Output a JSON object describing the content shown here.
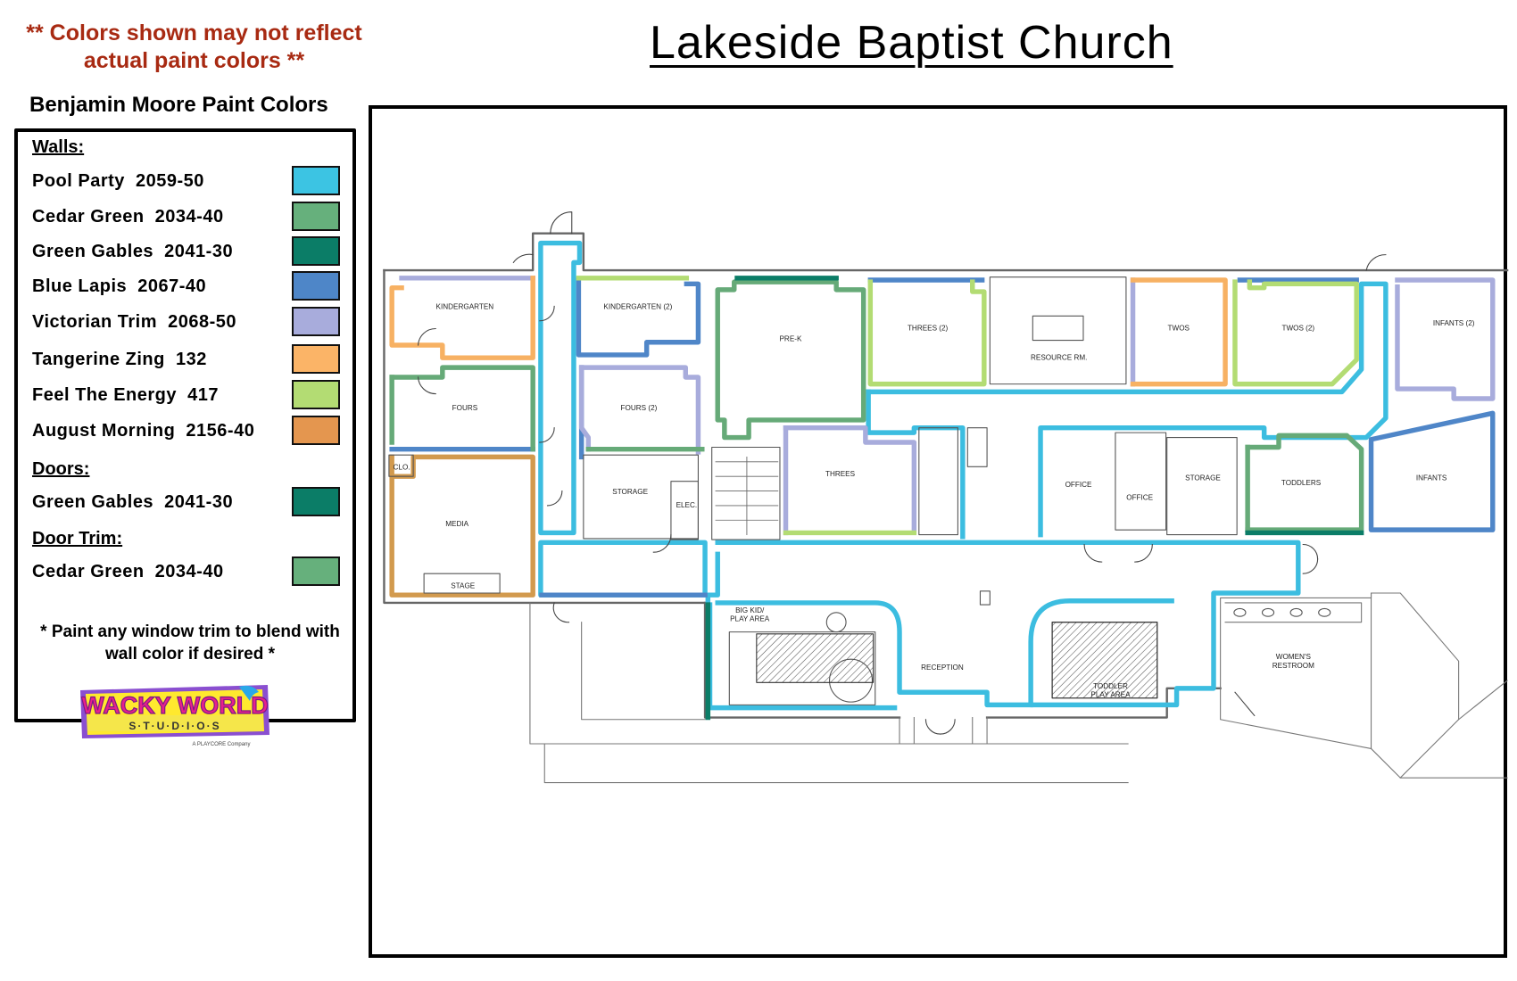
{
  "header": {
    "disclaimer_line1": "** Colors shown may not reflect",
    "disclaimer_line2": "actual paint colors **",
    "title": "Lakeside Baptist Church"
  },
  "legend": {
    "title": "Benjamin Moore Paint Colors",
    "walls_heading": "Walls:",
    "walls": [
      {
        "name": "Pool Party  2059-50",
        "color": "#3cc4e3"
      },
      {
        "name": "Cedar Green  2034-40",
        "color": "#66b07c"
      },
      {
        "name": "Green Gables  2041-30",
        "color": "#0b7d67"
      },
      {
        "name": "Blue Lapis  2067-40",
        "color": "#4e86c8"
      },
      {
        "name": "Victorian Trim  2068-50",
        "color": "#a8acdc"
      },
      {
        "name": "Tangerine Zing  132",
        "color": "#fbb467"
      },
      {
        "name": "Feel The Energy  417",
        "color": "#b3dc73"
      },
      {
        "name": "August Morning  2156-40",
        "color": "#e4964f"
      }
    ],
    "doors_heading": "Doors:",
    "doors": [
      {
        "name": "Green Gables  2041-30",
        "color": "#0b7d67"
      }
    ],
    "door_trim_heading": "Door Trim:",
    "door_trim": [
      {
        "name": "Cedar Green  2034-40",
        "color": "#66b07c"
      }
    ],
    "note_line1": "* Paint any window trim to blend with",
    "note_line2": "wall color if desired *"
  },
  "logo": {
    "line1": "WACKY WORLD",
    "line2": "S·T·U·D·I·O·S",
    "tagline": "A PLAYCORE Company"
  },
  "rooms": {
    "kindergarten": "KINDERGARTEN",
    "kindergarten2": "KINDERGARTEN (2)",
    "fours": "FOURS",
    "fours2": "FOURS (2)",
    "clo": "CLO.",
    "media": "MEDIA",
    "stage": "STAGE",
    "storage1": "STORAGE",
    "elec": "ELEC.",
    "prek": "PRE-K",
    "threes": "THREES",
    "threes2": "THREES (2)",
    "resource": "RESOURCE RM.",
    "twos": "TWOS",
    "twos2": "TWOS (2)",
    "infants2": "INFANTS (2)",
    "infants": "INFANTS",
    "office1": "OFFICE",
    "office2": "OFFICE",
    "storage2": "STORAGE",
    "toddlers": "TODDLERS",
    "bigkid1": "BIG KID/",
    "bigkid2": "PLAY AREA",
    "reception": "RECEPTION",
    "toddlerplay1": "TODDLER",
    "toddlerplay2": "PLAY AREA",
    "womens1": "WOMEN'S",
    "womens2": "RESTROOM"
  }
}
